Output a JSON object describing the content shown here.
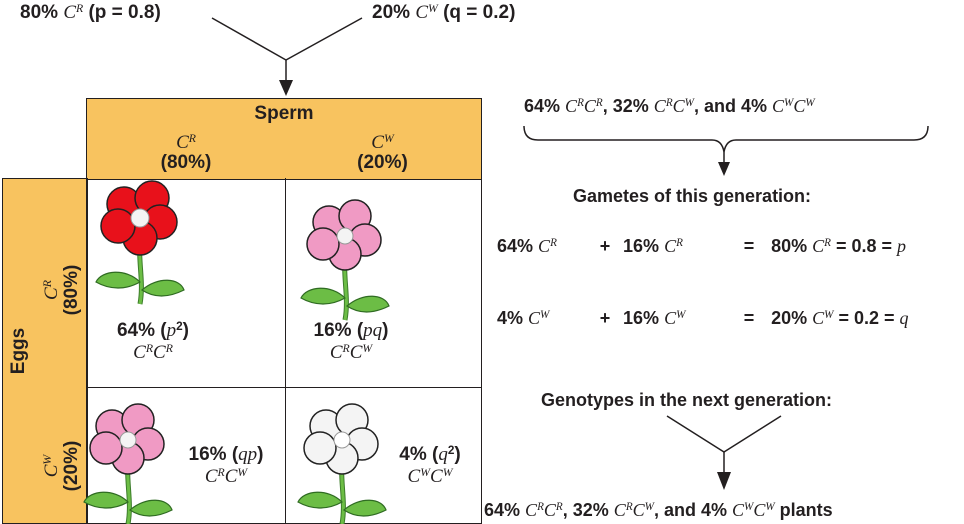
{
  "top": {
    "allele_r_pct": "80%",
    "allele_r_sym": "C",
    "allele_r_sup": "R",
    "allele_r_freq": "(p = 0.8)",
    "allele_w_pct": "20%",
    "allele_w_sym": "C",
    "allele_w_sup": "W",
    "allele_w_freq": "(q = 0.2)"
  },
  "grid": {
    "sperm_label": "Sperm",
    "eggs_label": "Eggs",
    "col_r_sym": "C",
    "col_r_sup": "R",
    "col_r_pct": "(80%)",
    "col_w_sym": "C",
    "col_w_sup": "W",
    "col_w_pct": "(20%)",
    "row_r_sym": "C",
    "row_r_sup": "R",
    "row_r_pct": "(80%)",
    "row_w_sym": "C",
    "row_w_sup": "W",
    "row_w_pct": "(20%)",
    "cells": {
      "rr": {
        "pct": "64% (",
        "var": "p",
        "sup": "2",
        "close": ")",
        "g1": "C",
        "s1": "R",
        "g2": "C",
        "s2": "R",
        "flower_color": "red"
      },
      "rw": {
        "pct": "16% (",
        "var": "pq",
        "close": ")",
        "g1": "C",
        "s1": "R",
        "g2": "C",
        "s2": "W",
        "flower_color": "pink"
      },
      "wr": {
        "pct": "16% (",
        "var": "qp",
        "close": ")",
        "g1": "C",
        "s1": "R",
        "g2": "C",
        "s2": "W",
        "flower_color": "pink"
      },
      "ww": {
        "pct": "4% (",
        "var": "q",
        "sup": "2",
        "close": ")",
        "g1": "C",
        "s1": "W",
        "g2": "C",
        "s2": "W",
        "flower_color": "white"
      }
    }
  },
  "right": {
    "current": {
      "a_pct": "64%",
      "b_pct": "32%",
      "and": "and",
      "c_pct": "4%",
      "sym": "C",
      "R": "R",
      "W": "W"
    },
    "gametes_heading": "Gametes of this generation:",
    "eq1": {
      "a": "64%",
      "plus": "+",
      "b": "16%",
      "eq": "=",
      "c": "80%",
      "val": "= 0.8 =",
      "var": "p",
      "sym": "C",
      "sup": "R"
    },
    "eq2": {
      "a": "4%",
      "plus": "+",
      "b": "16%",
      "eq": "=",
      "c": "20%",
      "val": "= 0.2 =",
      "var": "q",
      "sym": "C",
      "sup": "W"
    },
    "next_heading": "Genotypes in the next generation:",
    "next": {
      "a_pct": "64%",
      "b_pct": "32%",
      "and": "and",
      "c_pct": "4%",
      "plants": "plants",
      "sym": "C",
      "R": "R",
      "W": "W"
    }
  },
  "colors": {
    "grid_fill": "#f8c35f",
    "red_petal": "#e8111b",
    "pink_petal": "#f09ac4",
    "white_petal": "#f4f4f4",
    "stem": "#6cbd45"
  }
}
